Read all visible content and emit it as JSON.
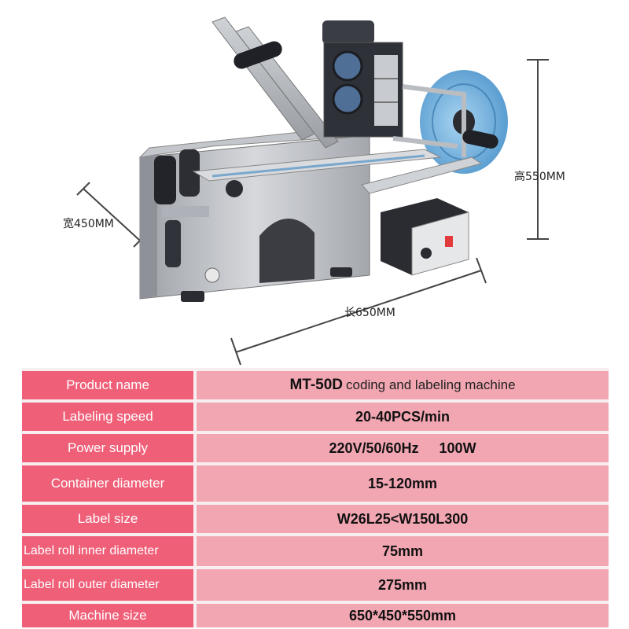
{
  "dimensions": {
    "height": "高550MM",
    "width": "宽450MM",
    "length": "长650MM"
  },
  "specs": {
    "rows": [
      {
        "label": "Product name",
        "model": "MT-50D",
        "description": "coding and labeling machine"
      },
      {
        "label": "Labeling speed",
        "value": "20-40PCS/min"
      },
      {
        "label": "Power supply",
        "voltage": "220V/50/60Hz",
        "power": "100W"
      },
      {
        "label": "Container diameter",
        "value": "15-120mm"
      },
      {
        "label": "Label size",
        "value": "W26L25<W150L300"
      },
      {
        "label": "Label roll inner diameter",
        "value": "75mm"
      },
      {
        "label": "Label roll outer diameter",
        "value": "275mm"
      },
      {
        "label": "Machine size",
        "value": "650*450*550mm"
      }
    ]
  },
  "colors": {
    "label_bg": "#ef5f78",
    "value_bg": "#f2a6b2",
    "metal": "#b9bcc1",
    "dark": "#2a2c31",
    "reel": "#5fa9dc"
  }
}
